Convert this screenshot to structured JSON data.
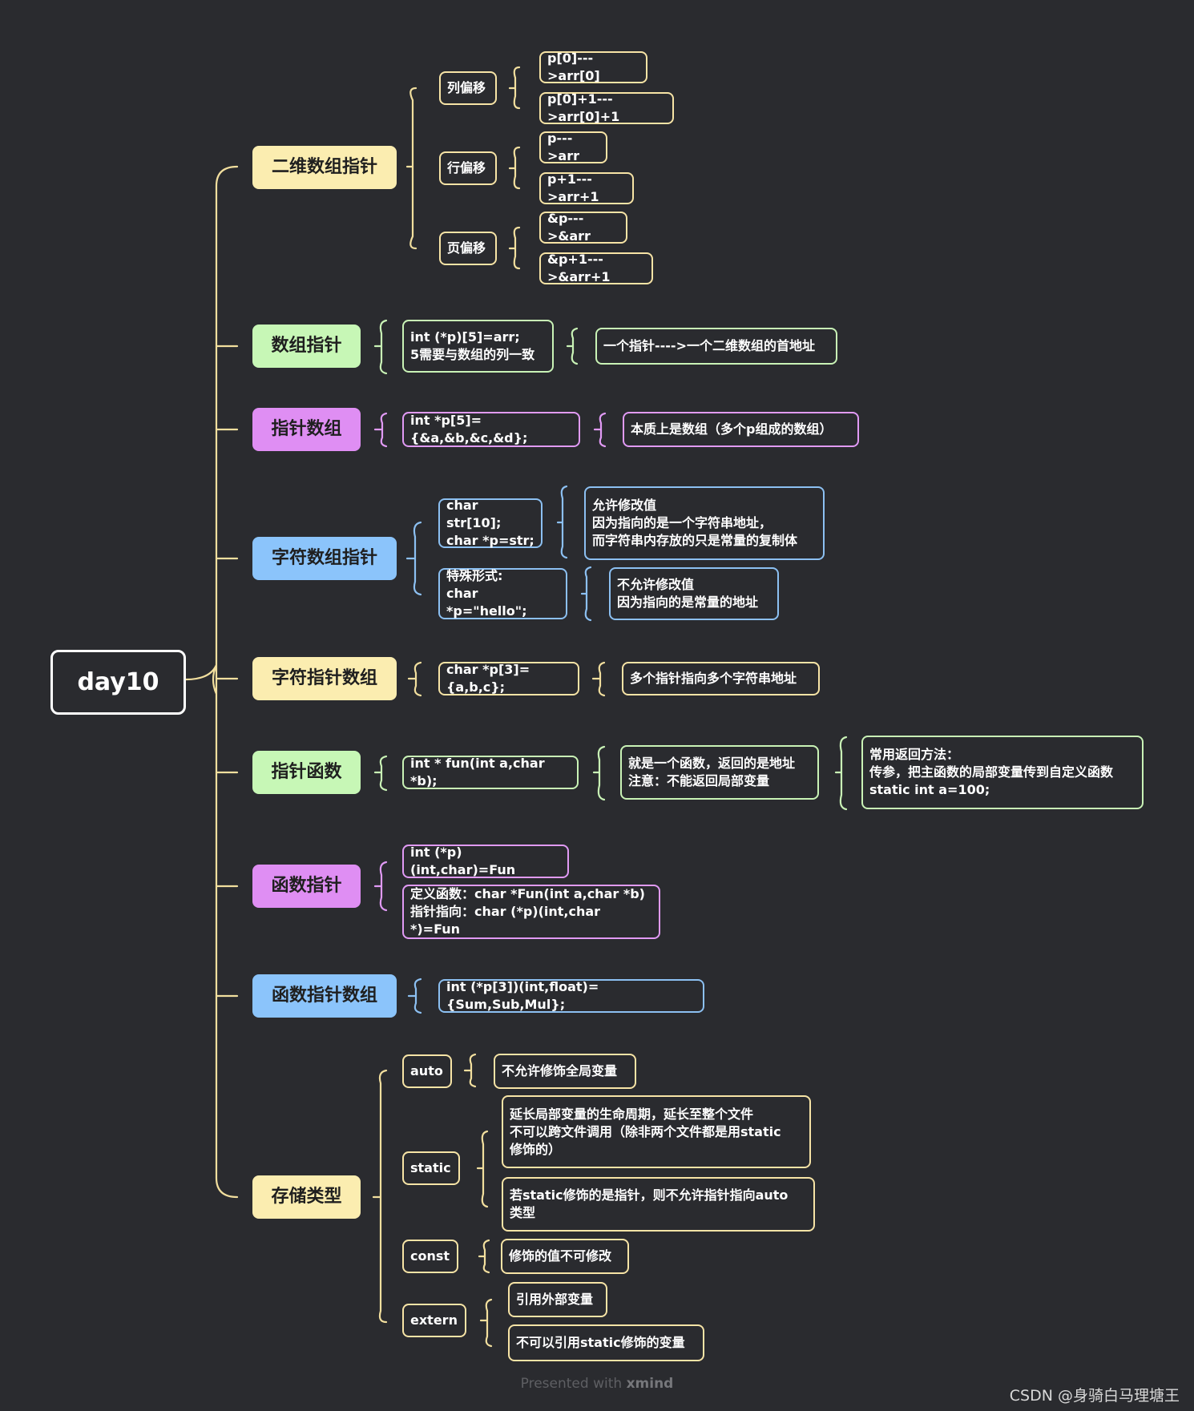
{
  "root": "day10",
  "branches": {
    "erwei": {
      "title": "二维数组指针",
      "groups": [
        {
          "label": "列偏移",
          "items": [
            "p[0]--->arr[0]",
            "p[0]+1--->arr[0]+1"
          ]
        },
        {
          "label": "行偏移",
          "items": [
            "p--->arr",
            "p+1--->arr+1"
          ]
        },
        {
          "label": "页偏移",
          "items": [
            "&p--->&arr",
            "&p+1--->&arr+1"
          ]
        }
      ]
    },
    "shuzu_zhizhen": {
      "title": "数组指针",
      "code": "int (*p)[5]=arr;\n5需要与数组的列一致",
      "note": "一个指针---->一个二维数组的首地址"
    },
    "zhizhen_shuzu": {
      "title": "指针数组",
      "code": "int *p[5]={&a,&b,&c,&d};",
      "note": "本质上是数组（多个p组成的数组）"
    },
    "zifu_shuzu": {
      "title": "字符数组指针",
      "code1": "char str[10];\nchar *p=str;",
      "note1": "允许修改值\n因为指向的是一个字符串地址，\n而字符串内存放的只是常量的复制体",
      "code2": "特殊形式:\nchar *p=\"hello\";",
      "note2": "不允许修改值\n因为指向的是常量的地址"
    },
    "zifu_zhizhen_shuzu": {
      "title": "字符指针数组",
      "code": "char *p[3]={a,b,c};",
      "note": "多个指针指向多个字符串地址"
    },
    "zhizhen_hanshu": {
      "title": "指针函数",
      "code": "int * fun(int a,char *b);",
      "note": "就是一个函数，返回的是地址\n注意：不能返回局部变量",
      "extra": "常用返回方法：\n传参，把主函数的局部变量传到自定义函数\nstatic int a=100;"
    },
    "hanshu_zhizhen": {
      "title": "函数指针",
      "code1": "int (*p)(int,char)=Fun",
      "code2": "定义函数：char *Fun(int a,char *b)\n指针指向：char (*p)(int,char *)=Fun"
    },
    "hanshu_zhizhen_shuzu": {
      "title": "函数指针数组",
      "code": "int (*p[3])(int,float)={Sum,Sub,Mul};"
    },
    "cunchu": {
      "title": "存储类型",
      "auto": "auto",
      "auto_note": "不允许修饰全局变量",
      "static": "static",
      "static_note1": "延长局部变量的生命周期，延长至整个文件\n不可以跨文件调用（除非两个文件都是用static\n修饰的）",
      "static_note2": "若static修饰的是指针，则不允许指针指向auto\n类型",
      "const": "const",
      "const_note": "修饰的值不可修改",
      "extern": "extern",
      "extern_note1": "引用外部变量",
      "extern_note2": "不可以引用static修饰的变量"
    }
  },
  "footer": {
    "prefix": "Presented with ",
    "brand": "xmind"
  },
  "credit": "CSDN @身骑白马理塘王",
  "colors": {
    "background": "#2a2b2f",
    "yellow": "#fbedb0",
    "green": "#c7f7b6",
    "purple": "#df8ef3",
    "blue": "#8bc4fb",
    "root_border": "#ffffff"
  }
}
